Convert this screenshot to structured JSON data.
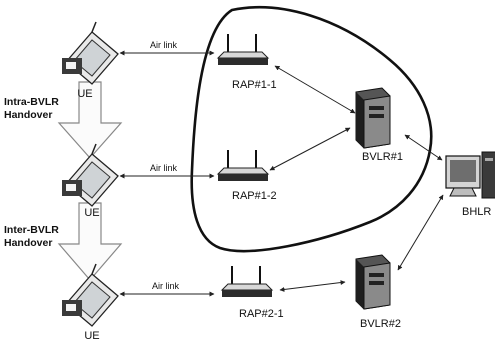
{
  "diagram": {
    "ue": [
      {
        "label": "UE"
      },
      {
        "label": "UE"
      },
      {
        "label": "UE"
      }
    ],
    "handovers": [
      {
        "line1": "Intra-BVLR",
        "line2": "Handover"
      },
      {
        "line1": "Inter-BVLR",
        "line2": "Handover"
      }
    ],
    "air_links": [
      {
        "label": "Air link"
      },
      {
        "label": "Air link"
      },
      {
        "label": "Air link"
      }
    ],
    "raps": [
      {
        "label": "RAP#1-1"
      },
      {
        "label": "RAP#1-2"
      },
      {
        "label": "RAP#2-1"
      }
    ],
    "bvlrs": [
      {
        "label": "BVLR#1"
      },
      {
        "label": "BVLR#2"
      }
    ],
    "bhlr": {
      "label": "BHLR"
    }
  }
}
